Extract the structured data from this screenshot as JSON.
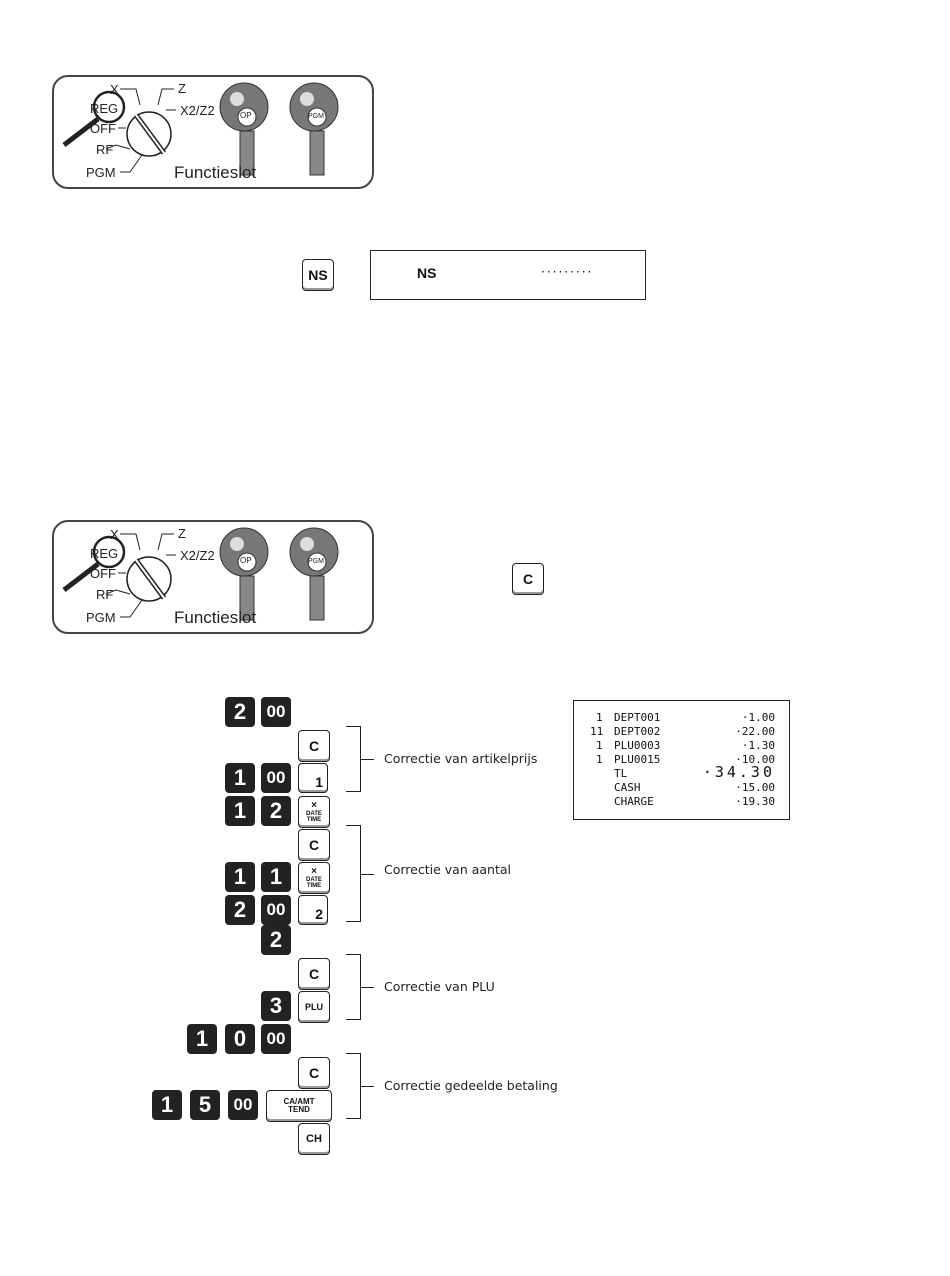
{
  "mode_panel": {
    "pos_x": "X",
    "pos_z": "Z",
    "pos_reg": "REG",
    "pos_x2z2": "X2/Z2",
    "pos_off": "OFF",
    "pos_rf": "RF",
    "pos_pgm": "PGM",
    "key_op": "OP",
    "key_pgm": "PGM",
    "caption": "Functieslot"
  },
  "no_sale": {
    "key_label": "NS",
    "display_text": "NS",
    "display_dots": "·········"
  },
  "clear_key": "C",
  "key_seq": {
    "r1": [
      "2",
      "00"
    ],
    "r2": "C",
    "r3": [
      "1",
      "00"
    ],
    "r3_dept": "1",
    "r4": [
      "1",
      "2"
    ],
    "r5": "C",
    "r6": [
      "1",
      "1"
    ],
    "r7": [
      "2",
      "00"
    ],
    "r7_dept": "2",
    "r8": "2",
    "r9": "C",
    "r10": "3",
    "r10_key": "PLU",
    "r11": [
      "1",
      "0",
      "00"
    ],
    "r12": "C",
    "r13": [
      "1",
      "5",
      "00"
    ],
    "r14": "CH",
    "x_key_top": "×",
    "x_key_bottom": "DATE TIME",
    "ca_key_top": "CA/AMT",
    "ca_key_bottom": "TEND"
  },
  "brackets": {
    "b1": "Correctie van artikelprijs",
    "b2": "Correctie van aantal",
    "b3": "Correctie van PLU",
    "b4": "Correctie gedeelde betaling"
  },
  "receipt": {
    "rows": [
      {
        "qty": "1",
        "name": "DEPT001",
        "amount": "·1.00"
      },
      {
        "qty": "11",
        "name": "DEPT002",
        "amount": "·22.00"
      },
      {
        "qty": "1",
        "name": "PLU0003",
        "amount": "·1.30"
      },
      {
        "qty": "1",
        "name": "PLU0015",
        "amount": "·10.00"
      },
      {
        "qty": "",
        "name": "TL",
        "amount": "·34.30"
      },
      {
        "qty": "",
        "name": "CASH",
        "amount": "·15.00"
      },
      {
        "qty": "",
        "name": "CHARGE",
        "amount": "·19.30"
      }
    ]
  }
}
